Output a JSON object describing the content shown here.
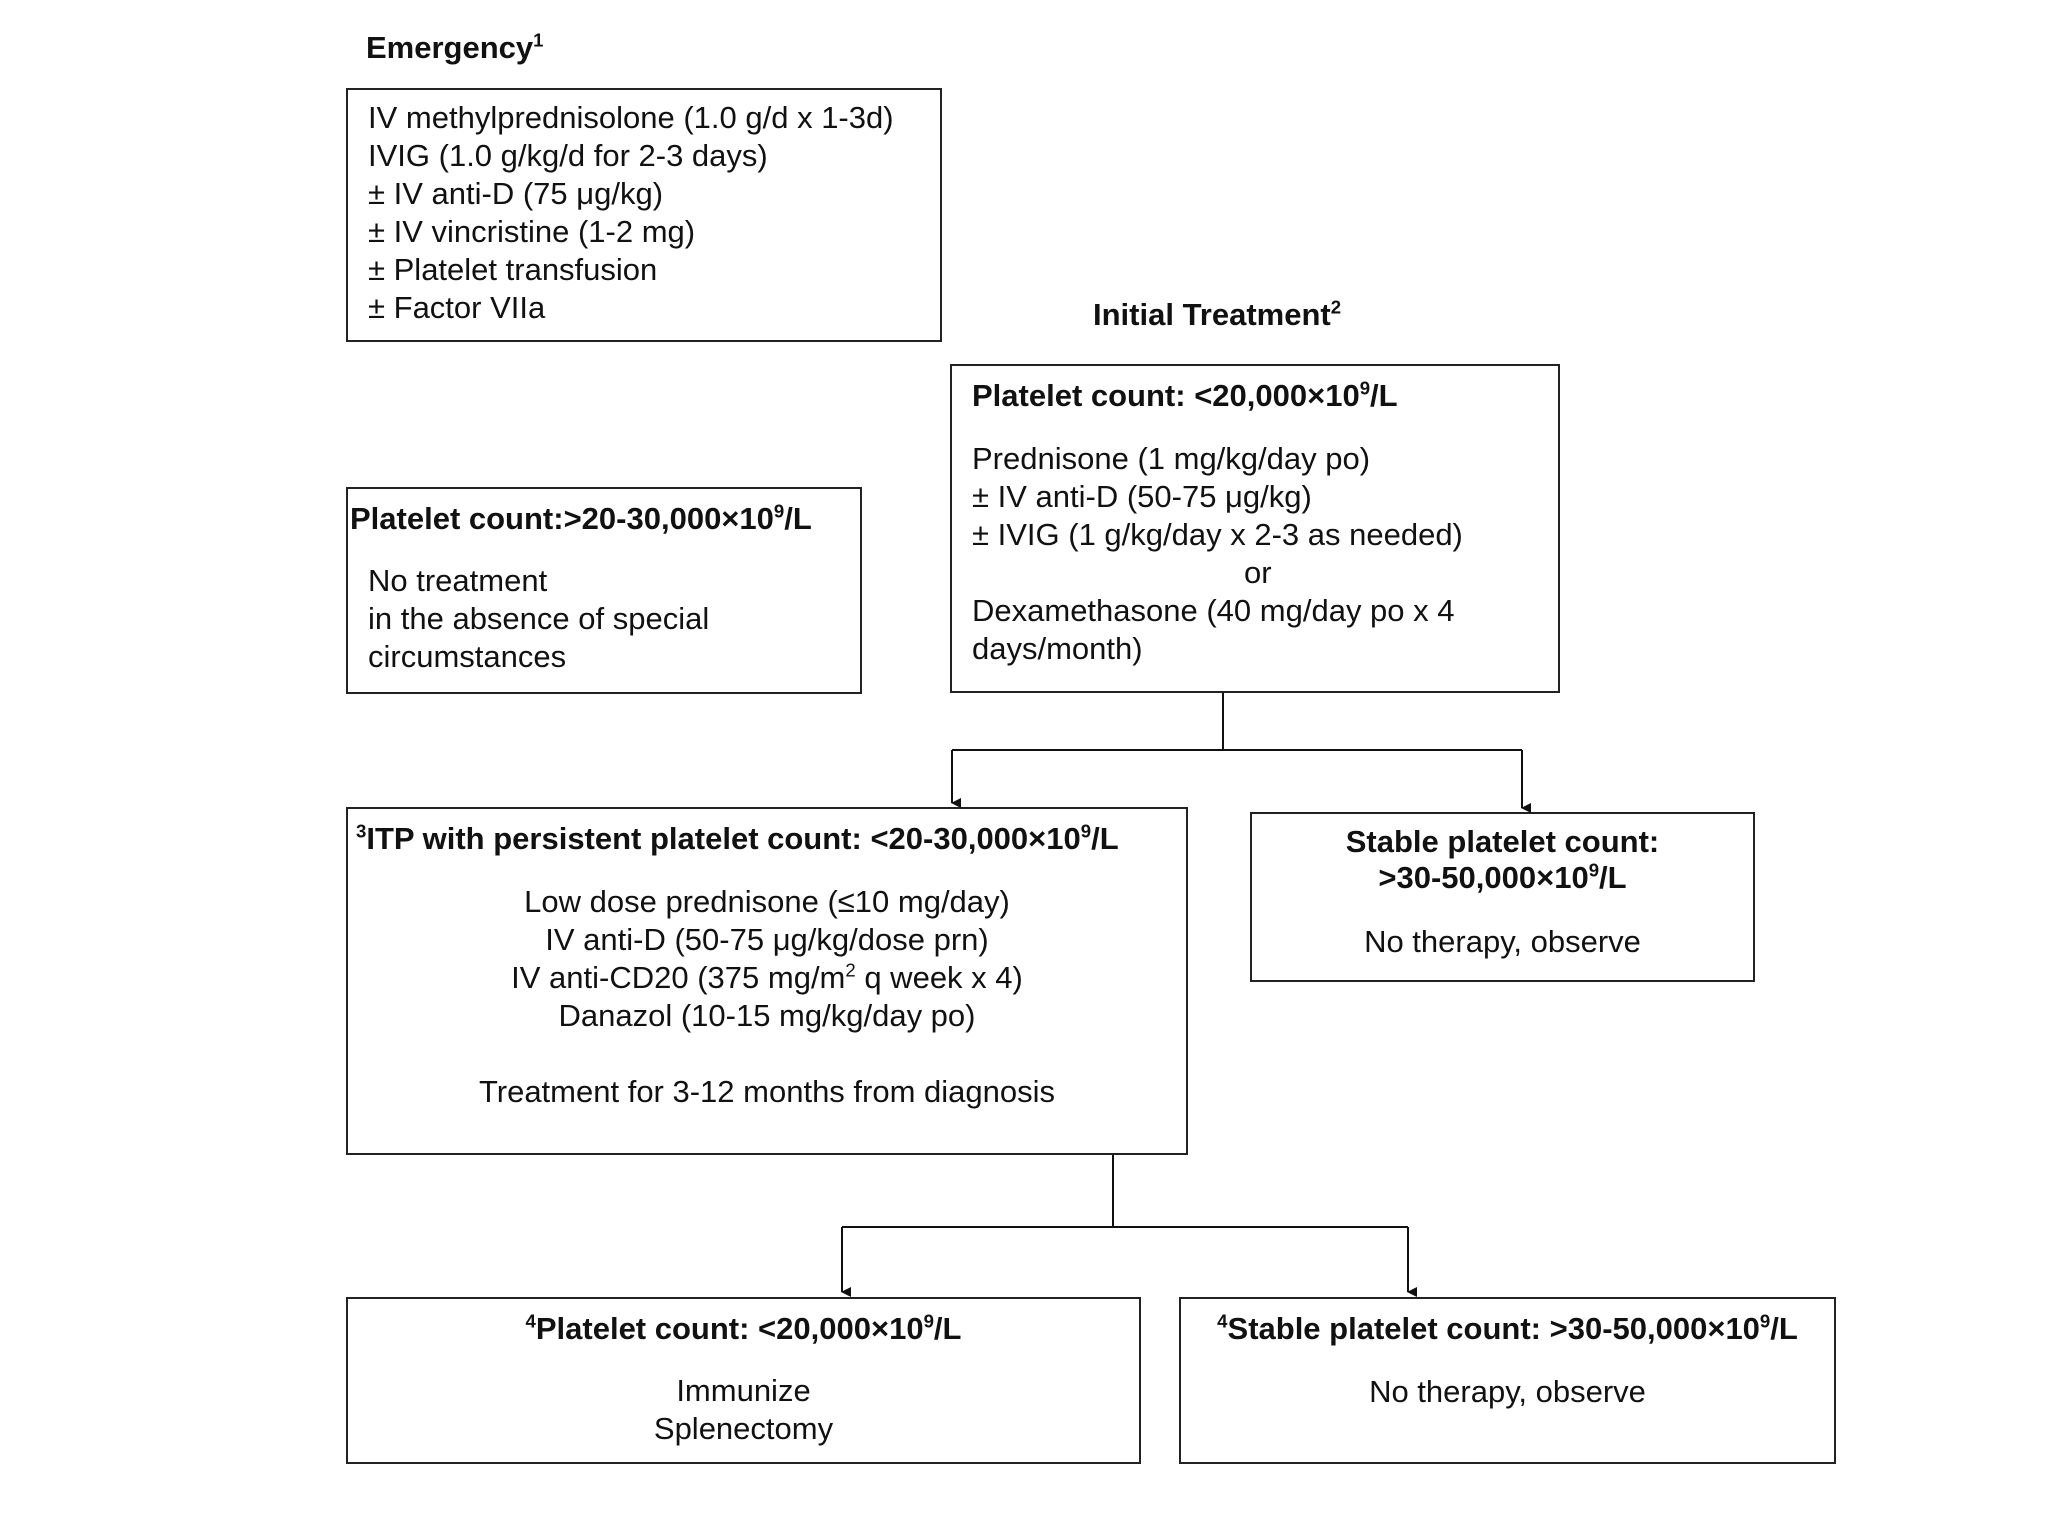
{
  "emergency": {
    "title": "Emergency",
    "title_sup": "1",
    "lines": [
      "IV methylprednisolone (1.0 g/d x 1-3d)",
      "IVIG (1.0 g/kg/d for 2-3 days)",
      "± IV anti-D (75 μg/kg)",
      "± IV  vincristine (1-2 mg)",
      "± Platelet transfusion",
      "± Factor VIIa"
    ]
  },
  "initial_treatment": {
    "title": "Initial Treatment",
    "title_sup": "2",
    "box_heading": "Platelet count: <20,000×10",
    "box_heading_sup": "9",
    "box_heading_end": "/L",
    "lines": [
      "Prednisone (1 mg/kg/day po)",
      "± IV anti-D (50-75 μg/kg)",
      "± IVIG (1 g/kg/day x 2-3 as needed)",
      "or",
      "Dexamethasone (40 mg/day po x 4",
      "days/month)"
    ]
  },
  "no_treatment": {
    "heading": "Platelet count:>20-30,000×10",
    "heading_sup": "9",
    "heading_end": "/L",
    "lines": [
      "No treatment",
      "in the absence of special",
      "circumstances"
    ]
  },
  "persistent": {
    "heading_pre_sup": "3",
    "heading": "ITP with persistent platelet count: <20-30,000×10",
    "heading_sup": "9",
    "heading_end": "/L",
    "lines": [
      "Low dose prednisone (≤10 mg/day)",
      "IV anti-D (50-75 μg/kg/dose prn)",
      "Danazol (10-15 mg/kg/day po)"
    ],
    "cd20_line": "IV anti-CD20 (375 mg/m",
    "cd20_sup": "2",
    "cd20_end": " q week x 4)",
    "footer": "Treatment for 3-12 months from diagnosis"
  },
  "stable_upper": {
    "heading_line1": "Stable platelet count:",
    "heading_line2": ">30-50,000×10",
    "heading_line2_sup": "9",
    "heading_line2_end": "/L",
    "body": "No therapy, observe"
  },
  "splenectomy": {
    "heading_pre_sup": "4",
    "heading": "Platelet count: <20,000×10",
    "heading_sup": "9",
    "heading_end": "/L",
    "lines": [
      "Immunize",
      "Splenectomy"
    ]
  },
  "stable_lower": {
    "heading_pre_sup": "4",
    "heading": "Stable platelet count: >30-50,000×10",
    "heading_sup": "9",
    "heading_end": "/L",
    "body": "No therapy, observe"
  }
}
